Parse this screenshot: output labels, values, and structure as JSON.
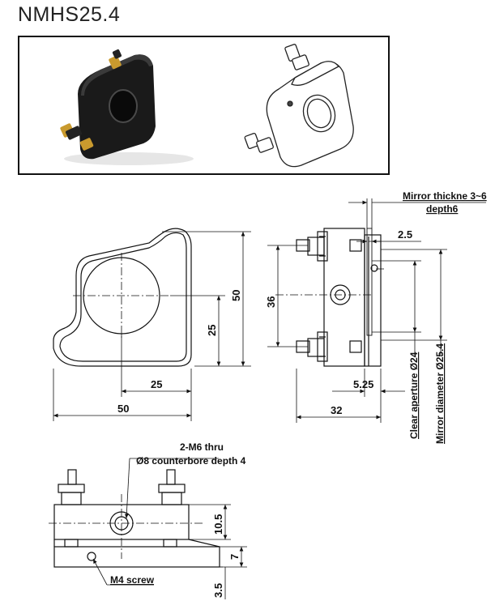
{
  "title": "NMHS25.4",
  "dimensions": {
    "front_width": "50",
    "front_height": "50",
    "front_center_x": "25",
    "front_center_y": "25",
    "side_spacing": "36",
    "side_depth": "32",
    "side_offset": "5.25",
    "mirror_offset": "2.5",
    "bottom_height_1": "10.5",
    "bottom_height_2": "7",
    "bottom_height_3": "3.5"
  },
  "notes": {
    "mirror_thickness_line1": "Mirror thickne 3~6",
    "mirror_thickness_line2": "depth6",
    "clear_aperture": "Clear aperture Ø24",
    "mirror_diameter": "Mirror diameter Ø25.4",
    "mount_holes_line1": "2-M6 thru",
    "mount_holes_line2": "Ø8 counterbore depth 4",
    "m4_screw": "M4 screw"
  }
}
